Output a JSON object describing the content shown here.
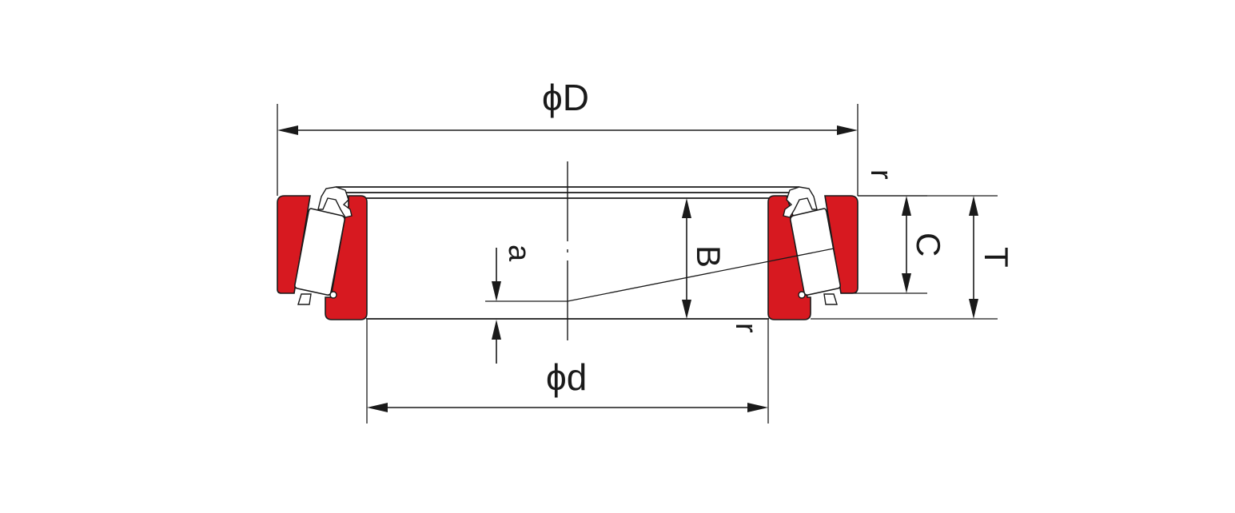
{
  "diagram": {
    "ring_color": "#d71920",
    "line_color": "#1a1a1a",
    "labels": {
      "outer_diameter": "ϕD",
      "inner_diameter": "ϕd",
      "width_B": "B",
      "width_C": "C",
      "width_T": "T",
      "offset_a": "a",
      "radius_top": "r",
      "radius_bottom": "r"
    }
  }
}
